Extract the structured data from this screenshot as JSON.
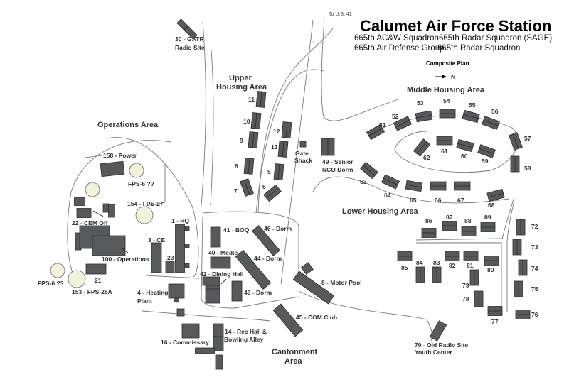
{
  "header": {
    "title": "Calumet Air Force Station",
    "units": [
      "665th AC&W Squadron",
      "665th Radar Squadron (SAGE)",
      "665th Air Defense Group",
      "665th Radar  Squadron"
    ],
    "plan_label": "Composite Plan",
    "north_label": "N"
  },
  "road_label": "To U.S. 41",
  "areas": {
    "operations": "Operations Area",
    "upper_housing_1": "Upper",
    "upper_housing_2": "Housing Area",
    "middle_housing": "Middle Housing Area",
    "lower_housing": "Lower Housing Area",
    "cantonment_1": "Cantonment",
    "cantonment_2": "Area"
  },
  "buildings": [
    "30 - GATR",
    "Radio Site",
    "158 - Power",
    "FPS-6  ??",
    "154 - FPS-27",
    "22 - CEM Off",
    "100 - Operations",
    "21",
    "FPS-6  ??",
    "153 - FPS-26A",
    "3 - CE",
    "23",
    "1 - HQ",
    "4 - Heating",
    "Plant",
    "16 - Commissary",
    "14 - Rec Hall &",
    "Bowling Alley",
    "41 - BOQ",
    "40 - Medic",
    "42 - Dining Hall",
    "43 - Dorm",
    "44 - Dorm",
    "46 - Dorm",
    "8 - Motor Pool",
    "45 - COM Club",
    "70 - Old Radio Site",
    "Youth Center",
    "49  - Senior",
    "NCO Dorm",
    "Gate",
    "Shack",
    "11",
    "10",
    "9",
    "8",
    "7",
    "12",
    "13",
    "5",
    "6",
    "51",
    "52",
    "53",
    "54",
    "55",
    "56",
    "57",
    "58",
    "62",
    "61",
    "60",
    "59",
    "63",
    "64",
    "65",
    "66",
    "67",
    "68",
    "86",
    "87",
    "88",
    "89",
    "72",
    "73",
    "74",
    "75",
    "76",
    "85",
    "84",
    "83",
    "82",
    "81",
    "80",
    "79",
    "78",
    "77"
  ]
}
